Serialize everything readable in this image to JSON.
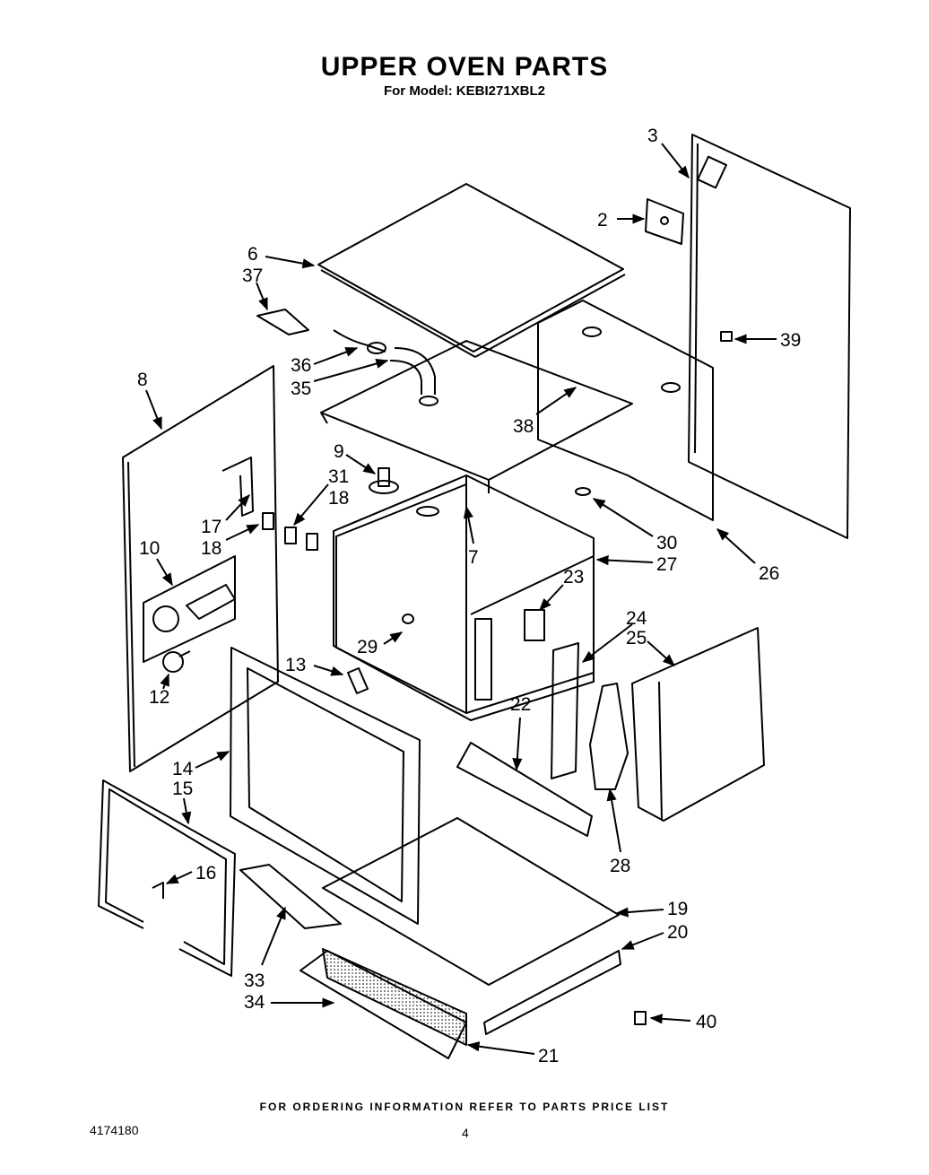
{
  "title": "UPPER OVEN PARTS",
  "subtitle": "For Model: KEBI271XBL2",
  "footer": "FOR ORDERING INFORMATION REFER TO PARTS PRICE LIST",
  "doc_number": "4174180",
  "page_number": "4",
  "callouts": {
    "c2": "2",
    "c3": "3",
    "c6": "6",
    "c7": "7",
    "c8": "8",
    "c9": "9",
    "c10": "10",
    "c12": "12",
    "c13": "13",
    "c14": "14",
    "c15": "15",
    "c16": "16",
    "c17": "17",
    "c18a": "18",
    "c18b": "18",
    "c19": "19",
    "c20": "20",
    "c21": "21",
    "c22": "22",
    "c23": "23",
    "c24": "24",
    "c25": "25",
    "c26": "26",
    "c27": "27",
    "c28": "28",
    "c29": "29",
    "c30": "30",
    "c31": "31",
    "c33": "33",
    "c34": "34",
    "c35": "35",
    "c36": "36",
    "c37": "37",
    "c38": "38",
    "c39": "39",
    "c40": "40"
  }
}
